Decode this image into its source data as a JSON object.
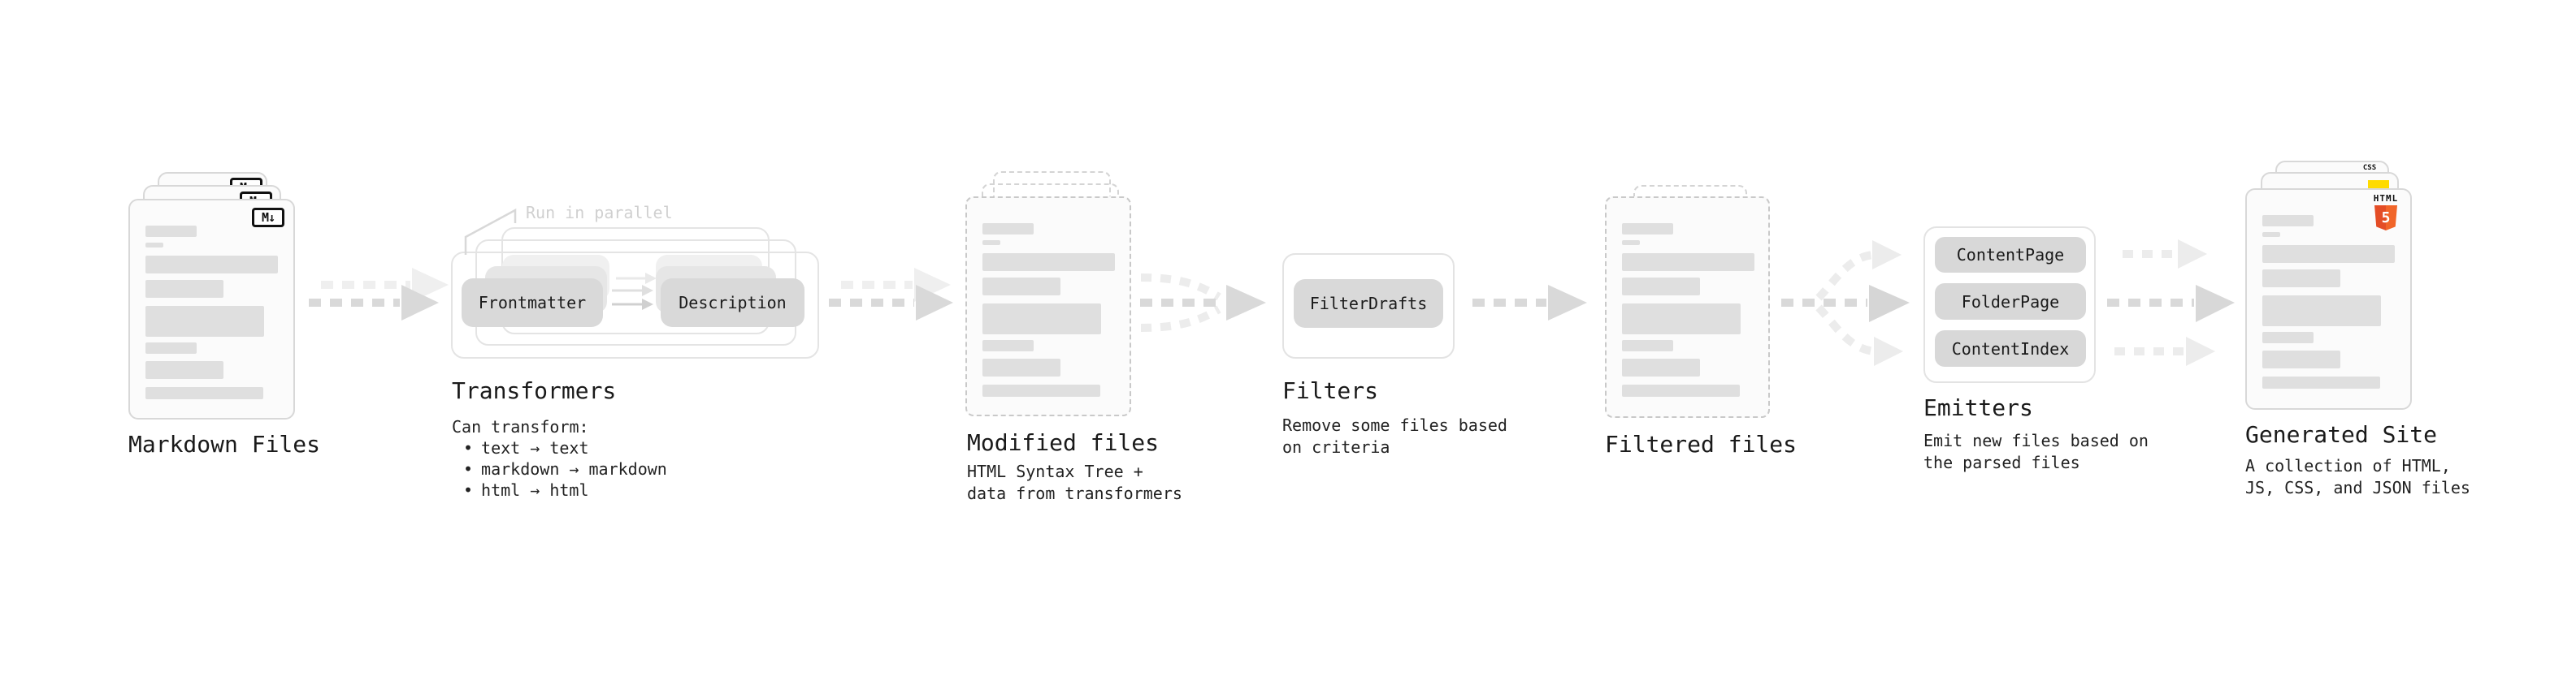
{
  "markdown": {
    "title": "Markdown Files",
    "badge": "M↓"
  },
  "transformers": {
    "annotation": "Run in parallel",
    "pill_left": "Frontmatter",
    "pill_right": "Description",
    "title": "Transformers",
    "heading": "Can transform:",
    "bullet_char": "•",
    "bullets": [
      "text → text",
      "markdown → markdown",
      "html → html"
    ]
  },
  "modified": {
    "title": "Modified files",
    "subtitle": [
      "HTML Syntax Tree +",
      "data from transformers"
    ]
  },
  "filters": {
    "title": "Filters",
    "pill": "FilterDrafts",
    "subtitle": [
      "Remove some files based",
      "on criteria"
    ]
  },
  "filtered": {
    "title": "Filtered files"
  },
  "emitters": {
    "title": "Emitters",
    "pills": [
      "ContentPage",
      "FolderPage",
      "ContentIndex"
    ],
    "subtitle": [
      "Emit new files based on",
      "the parsed files"
    ]
  },
  "generated": {
    "title": "Generated Site",
    "subtitle": [
      "A collection of HTML,",
      "JS, CSS, and JSON files"
    ],
    "css_badge": "CSS",
    "html_badge_label": "HTML",
    "html_badge_number": "5"
  },
  "colors": {
    "background": "#ffffff",
    "text": "#1a1a1a",
    "annotation_gray": "#d0d0d0",
    "arrow_gray": "#d9d9d9",
    "arrow_faint": "#ececec",
    "pill_gray": "#d9d9d9",
    "doc_border": "#d8d8d8",
    "md_badge_black": "#111111",
    "css_blue": "#2d5be3",
    "js_yellow": "#ffdb00",
    "html5_orange": "#e44d26"
  }
}
